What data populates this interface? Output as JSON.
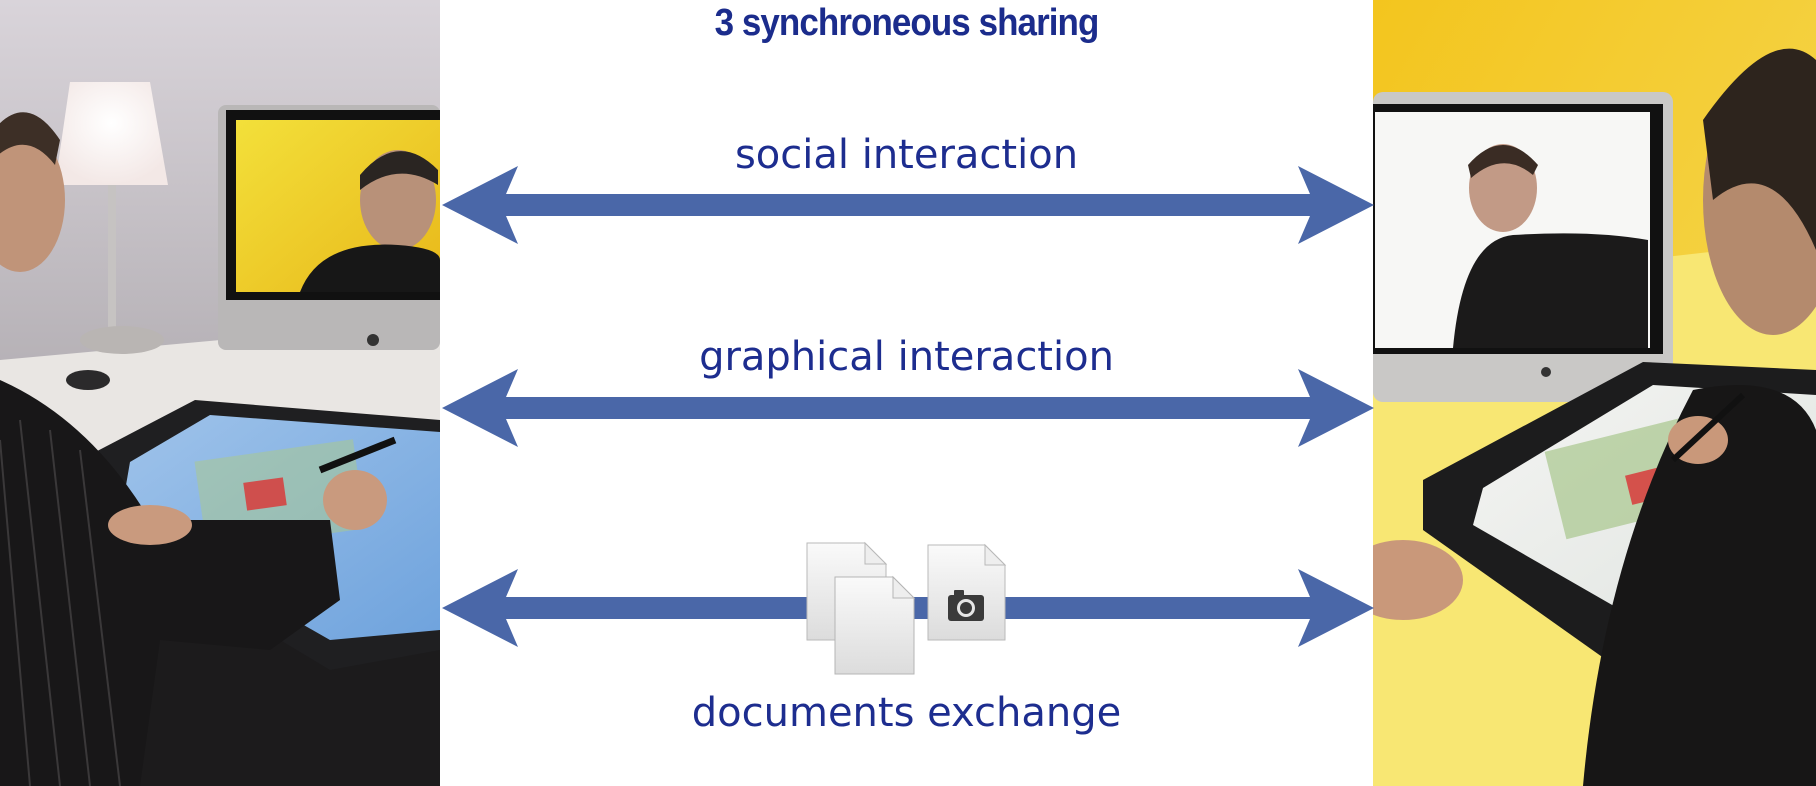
{
  "title": "3 synchroneous sharing",
  "channels": [
    {
      "label": "social interaction"
    },
    {
      "label": "graphical interaction"
    },
    {
      "label": "documents exchange"
    }
  ],
  "colors": {
    "title": "#1b2c8c",
    "label": "#1d2d8f",
    "arrow": "#4a67a8",
    "left_wall": "#e6e2e6",
    "right_wall": "#f4c21c"
  },
  "icons": [
    "document-icon",
    "document-icon",
    "photo-document-icon"
  ]
}
